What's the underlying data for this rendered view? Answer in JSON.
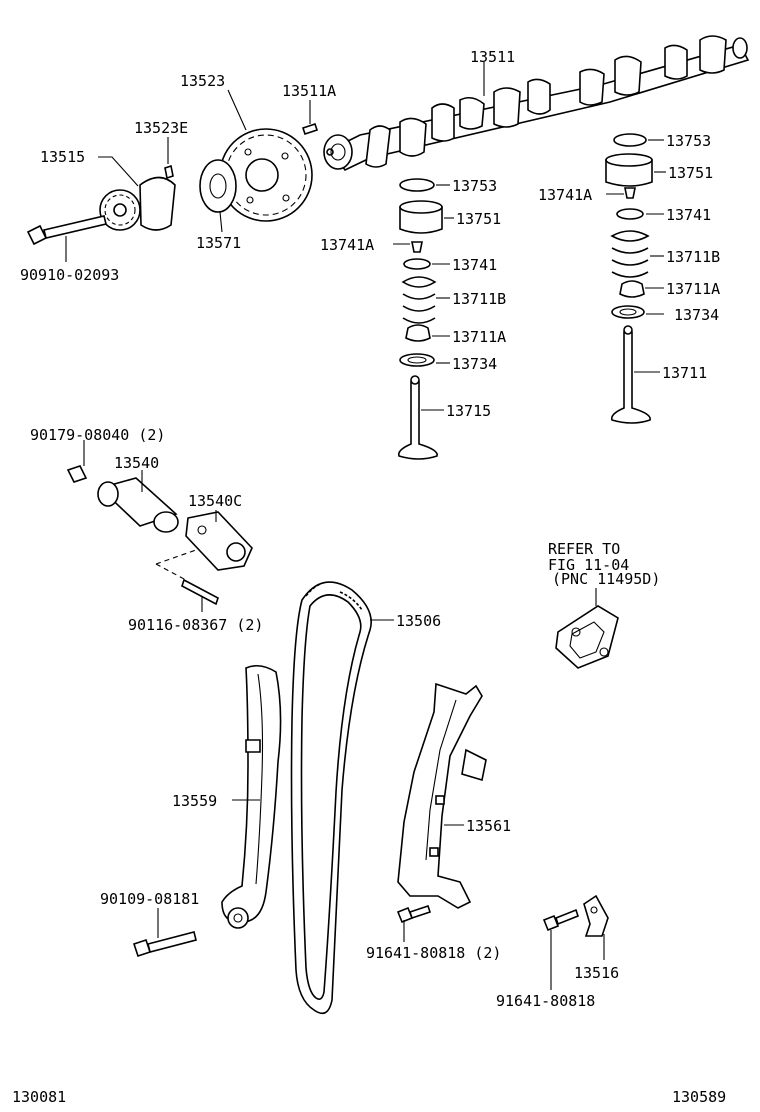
{
  "labels": {
    "p13511": "13511",
    "p13511A": "13511A",
    "p13523": "13523",
    "p13523E": "13523E",
    "p13515": "13515",
    "p13571": "13571",
    "bolt_90910": "90910-02093",
    "in_13753": "13753",
    "in_13751": "13751",
    "in_13741A": "13741A",
    "in_13741": "13741",
    "in_13711B": "13711B",
    "in_13711A": "13711A",
    "in_13734": "13734",
    "in_13715": "13715",
    "ex_13753": "13753",
    "ex_13751": "13751",
    "ex_13741A": "13741A",
    "ex_13741": "13741",
    "ex_13711B": "13711B",
    "ex_13711A": "13711A",
    "ex_13734": "13734",
    "ex_13711": "13711",
    "bolt_90179": "90179-08040 (2)",
    "p13540": "13540",
    "p13540C": "13540C",
    "stud_90116": "90116-08367 (2)",
    "p13506": "13506",
    "refer_line1": "REFER TO",
    "refer_line2": "FIG 11-04",
    "refer_line3": "(PNC 11495D)",
    "p13559": "13559",
    "p13561": "13561",
    "bolt_90109": "90109-08181",
    "bolt_91641_2": "91641-80818 (2)",
    "p13516": "13516",
    "bolt_91641": "91641-80818",
    "footer_left": "130081",
    "footer_right": "130589"
  }
}
